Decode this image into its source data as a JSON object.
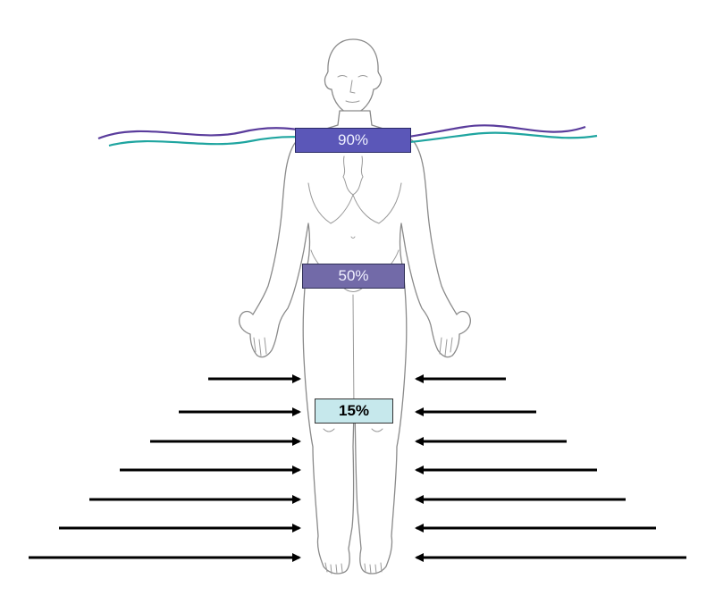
{
  "labels": {
    "shoulder": {
      "text": "90%",
      "color": "#5b57b8"
    },
    "hip": {
      "text": "50%",
      "color": "#726aa8"
    },
    "thigh": {
      "text": "15%",
      "color": "#c6e8ec"
    }
  },
  "arrows": {
    "color": "#000000",
    "rows": 7
  },
  "waves": {
    "purple": "#5a3c9c",
    "teal": "#1fa5a0"
  }
}
